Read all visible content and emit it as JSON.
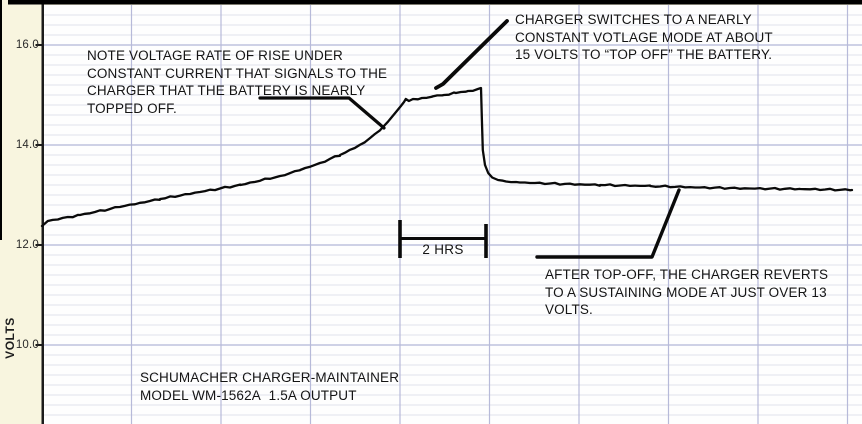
{
  "figure": {
    "y_axis_label": "VOLTS",
    "y_ticks": [
      "16.0",
      "14.0",
      "12.0",
      "10.0"
    ],
    "scale_label": "2 HRS",
    "annotations": {
      "note": "NOTE VOLTAGE RATE OF RISE UNDER\nCONSTANT CURRENT THAT SIGNALS TO THE\nCHARGER THAT THE BATTERY IS NEARLY\nTOPPED OFF.",
      "charger": "CHARGER SWITCHES TO A NEARLY\nCONSTANT VOTLAGE MODE AT ABOUT\n15 VOLTS TO “TOP OFF” THE BATTERY.",
      "after": "AFTER TOP-OFF, THE CHARGER REVERTS\nTO A SUSTAINING MODE AT JUST OVER 13\nVOLTS.",
      "model": "SCHUMACHER CHARGER-MAINTAINER\nMODEL WM-1562A  1.5A OUTPUT"
    }
  },
  "chart_data": {
    "type": "line",
    "title": "",
    "xlabel": "",
    "ylabel": "VOLTS",
    "x_unit": "hours",
    "xlim": [
      0,
      18.3
    ],
    "ylim": [
      8.4,
      16.8
    ],
    "x_grid_interval_hours": 2,
    "y_grid_minor_volts": 0.2,
    "y_major_ticks": [
      16.0,
      14.0,
      12.0,
      10.0
    ],
    "grid": true,
    "legend": "none",
    "series": [
      {
        "name": "battery-voltage",
        "points": [
          [
            0.0,
            12.38
          ],
          [
            0.13,
            12.48
          ],
          [
            0.85,
            12.6
          ],
          [
            1.74,
            12.76
          ],
          [
            2.64,
            12.92
          ],
          [
            3.53,
            13.06
          ],
          [
            4.43,
            13.2
          ],
          [
            5.32,
            13.38
          ],
          [
            5.77,
            13.5
          ],
          [
            6.21,
            13.64
          ],
          [
            6.66,
            13.8
          ],
          [
            6.99,
            13.94
          ],
          [
            7.22,
            14.06
          ],
          [
            7.44,
            14.22
          ],
          [
            7.62,
            14.36
          ],
          [
            7.78,
            14.52
          ],
          [
            7.91,
            14.66
          ],
          [
            8.02,
            14.78
          ],
          [
            8.09,
            14.86
          ],
          [
            8.13,
            14.92
          ],
          [
            8.2,
            14.88
          ],
          [
            8.29,
            14.92
          ],
          [
            8.49,
            14.94
          ],
          [
            8.72,
            14.97
          ],
          [
            8.98,
            15.0
          ],
          [
            9.25,
            15.04
          ],
          [
            9.52,
            15.08
          ],
          [
            9.74,
            15.12
          ],
          [
            9.81,
            15.14
          ],
          [
            9.83,
            14.5
          ],
          [
            9.85,
            13.9
          ],
          [
            9.9,
            13.6
          ],
          [
            9.97,
            13.44
          ],
          [
            10.06,
            13.35
          ],
          [
            10.19,
            13.3
          ],
          [
            10.37,
            13.27
          ],
          [
            10.68,
            13.25
          ],
          [
            11.35,
            13.23
          ],
          [
            12.47,
            13.2
          ],
          [
            13.59,
            13.18
          ],
          [
            14.7,
            13.15
          ],
          [
            15.82,
            13.13
          ],
          [
            16.94,
            13.12
          ],
          [
            18.1,
            13.1
          ]
        ]
      }
    ]
  },
  "theme": {
    "outer_bg": "#f8f5df",
    "plot_bg": "#fefefe",
    "grid_minor": "#e0e1ec",
    "grid_major": "#b2b6d8",
    "grid_vertical": "#b7bad9",
    "axis": "#1b1b1b",
    "ink": "#0a0a0a",
    "text": "#141414"
  }
}
